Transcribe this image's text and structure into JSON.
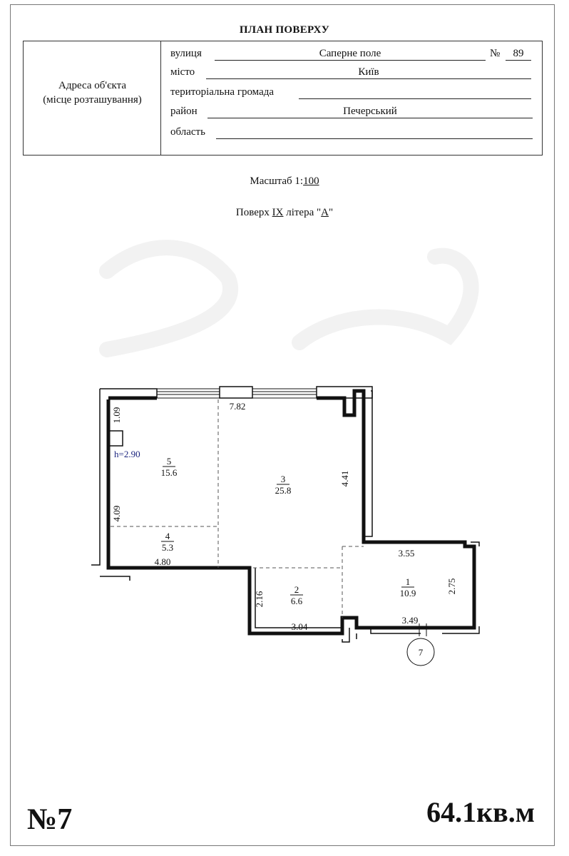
{
  "document": {
    "title": "ПЛАН ПОВЕРХУ",
    "address_caption_line1": "Адреса об'єкта",
    "address_caption_line2": "(місце розташування)",
    "address": {
      "street_label": "вулиця",
      "street_value": "Саперне поле",
      "number_label": "№",
      "number_value": "89",
      "city_label": "місто",
      "city_value": "Київ",
      "community_label": "територіальна громада",
      "community_value": "",
      "district_label": "район",
      "district_value": "Печерський",
      "region_label": "область",
      "region_value": ""
    },
    "scale_label": "Масштаб 1:",
    "scale_value": "100",
    "floor_label": "Поверх",
    "floor_value": "IX",
    "letter_label": "літера \"",
    "letter_value": "А",
    "letter_suffix": "\""
  },
  "plan": {
    "ceiling_height": "h=2.90",
    "rooms": [
      {
        "number": "1",
        "area": "10.9"
      },
      {
        "number": "2",
        "area": "6.6"
      },
      {
        "number": "3",
        "area": "25.8"
      },
      {
        "number": "4",
        "area": "5.3"
      },
      {
        "number": "5",
        "area": "15.6"
      }
    ],
    "dimensions": {
      "top_width": "7.82",
      "left_small": "1.09",
      "left_room5": "4.09",
      "right_room3": "4.41",
      "room4_bottom": "4.80",
      "room2_left": "2.16",
      "room2_bottom": "3.04",
      "room1_top": "3.55",
      "room1_right": "2.75",
      "room1_bottom": "3.49"
    },
    "entrance_marker": "7"
  },
  "footer": {
    "apartment_number": "№7",
    "total_area": "64.1кв.м"
  },
  "colors": {
    "wall": "#111111",
    "height_label": "#1a237e",
    "partition": "#555555"
  }
}
